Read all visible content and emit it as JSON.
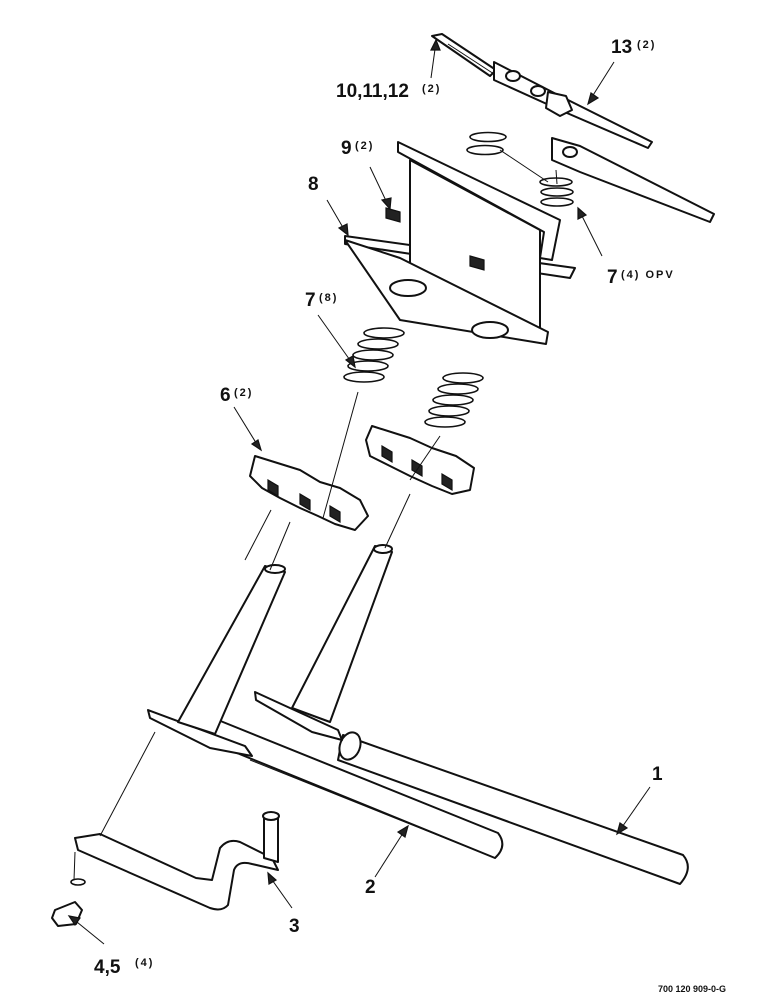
{
  "labels": {
    "l1": {
      "num": "1",
      "qty": ""
    },
    "l2": {
      "num": "2",
      "qty": ""
    },
    "l3": {
      "num": "3",
      "qty": ""
    },
    "l45": {
      "num": "4,5",
      "qty": "(4)"
    },
    "l6": {
      "num": "6",
      "qty": "(2)"
    },
    "l7a": {
      "num": "7",
      "qty": "(8)"
    },
    "l7b": {
      "num": "7",
      "qty": "(4) OPV"
    },
    "l8": {
      "num": "8",
      "qty": ""
    },
    "l9": {
      "num": "9",
      "qty": "(2)"
    },
    "l101112": {
      "num": "10,11,12",
      "qty": "(2)"
    },
    "l13": {
      "num": "13",
      "qty": "(2)"
    }
  },
  "drawing_code": "700 120 909-0-G"
}
